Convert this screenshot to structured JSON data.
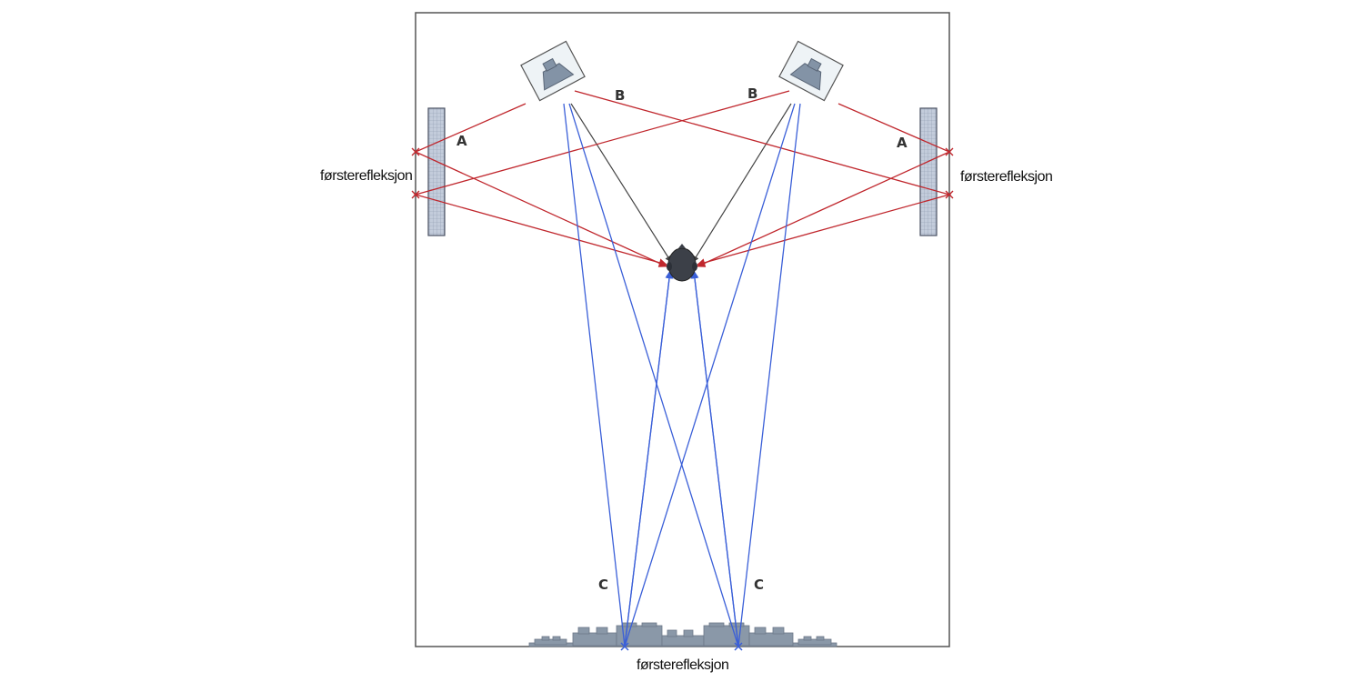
{
  "labels": {
    "first_reflection_left": "førsterefleksjon",
    "first_reflection_right": "førsterefleksjon",
    "first_reflection_bottom": "førsterefleksjon",
    "path_a_left": "A",
    "path_a_right": "A",
    "path_b_left": "B",
    "path_b_right": "B",
    "path_c_left": "C",
    "path_c_right": "C"
  },
  "colors": {
    "side_reflection": "#c0272d",
    "front_reflection": "#3a5fd8",
    "direct_sound": "#444444",
    "room_wall": "#555555",
    "absorber_fill": "#b8c4d6",
    "equipment_fill": "#8a98a8",
    "speaker_cone": "#8393a6",
    "head": "#3c4048",
    "label_text": "#333333"
  },
  "icons": {
    "speakers": "speaker-icon",
    "listener": "listener-head-icon",
    "absorbers": "absorber-panel-icon",
    "reflection_points": "reflection-point-x-icon"
  }
}
